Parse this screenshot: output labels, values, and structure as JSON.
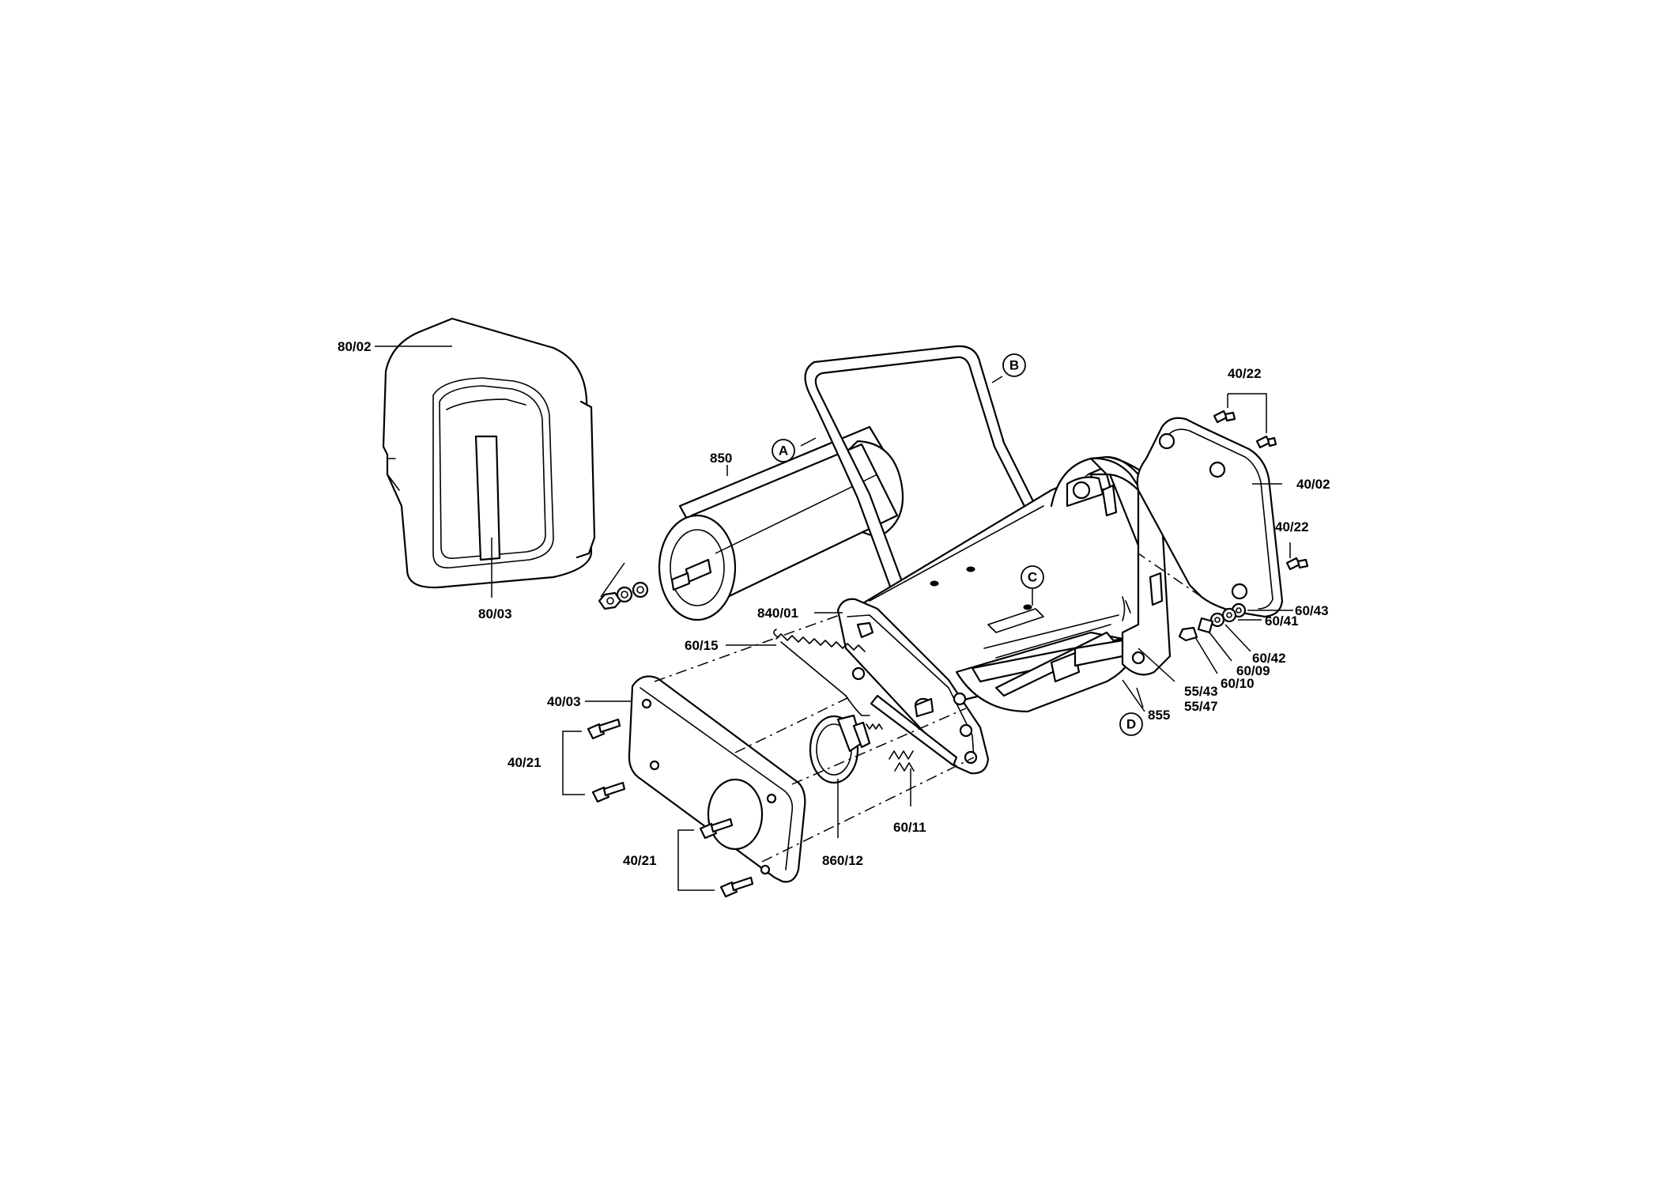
{
  "labels": {
    "grass_box": "80/02",
    "grass_box_window": "80/03",
    "roller": "850",
    "frame_left_plate": "840/01",
    "spring_long": "60/15",
    "cover_left": "40/03",
    "screws_left_upper": "40/21",
    "screws_left_lower": "40/21",
    "wheel_hub": "860/12",
    "spring_short": "60/11",
    "cover_right": "40/02",
    "screws_right_upper": "40/22",
    "screw_right": "40/22",
    "washer_a": "60/43",
    "washer_b": "60/41",
    "washer_c": "60/42",
    "washer_d": "60/09",
    "washer_e": "60/10",
    "cutter_part_a": "55/43",
    "cutter_part_b": "55/47",
    "cutting_cylinder": "855"
  },
  "markers": {
    "a": "A",
    "b": "B",
    "c": "C",
    "d": "D"
  }
}
